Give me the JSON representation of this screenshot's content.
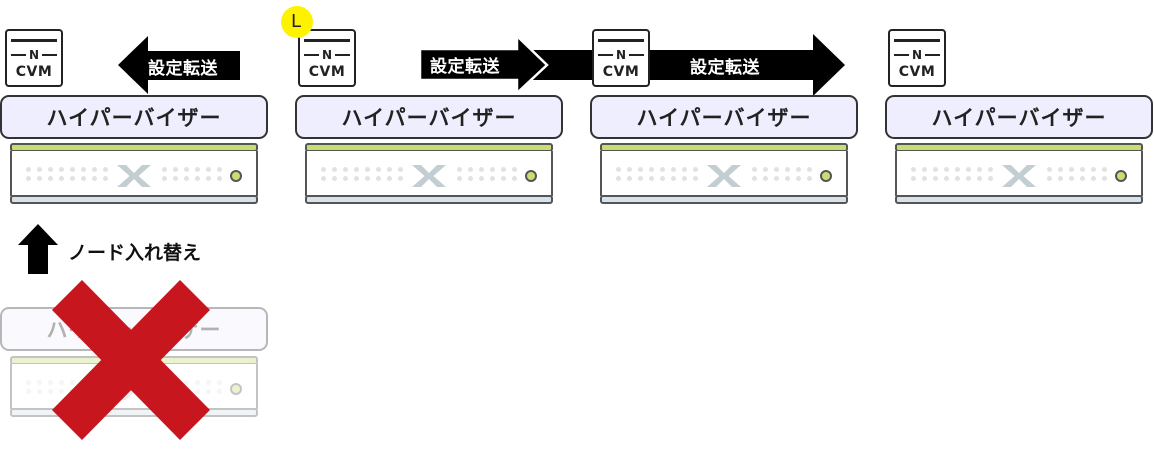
{
  "diagram": {
    "leader_badge": "L",
    "cvm": {
      "n_label": "N",
      "label": "CVM"
    },
    "nodes": [
      {
        "id": "node-1",
        "hypervisor_label": "ハイパーバイザー",
        "has_cvm": true,
        "leader": false,
        "state": "active"
      },
      {
        "id": "node-2",
        "hypervisor_label": "ハイパーバイザー",
        "has_cvm": true,
        "leader": true,
        "state": "active"
      },
      {
        "id": "node-3",
        "hypervisor_label": "ハイパーバイザー",
        "has_cvm": true,
        "leader": false,
        "state": "active"
      },
      {
        "id": "node-4",
        "hypervisor_label": "ハイパーバイザー",
        "has_cvm": true,
        "leader": false,
        "state": "active"
      },
      {
        "id": "old-node",
        "hypervisor_label": "ハイパーバイザー",
        "has_cvm": false,
        "leader": false,
        "state": "removed"
      }
    ],
    "arrows": [
      {
        "label": "設定転送",
        "direction": "left",
        "from": "node-2",
        "to": "node-1"
      },
      {
        "label": "設定転送",
        "direction": "right",
        "from": "node-2",
        "to": "node-3"
      },
      {
        "label": "設定転送",
        "direction": "right",
        "from": "node-3",
        "to": "node-4"
      }
    ],
    "replace": {
      "label": "ノード入れ替え",
      "direction": "up"
    },
    "colors": {
      "hypervisor_fill": "#efeefe",
      "server_top": "#c6de72",
      "leader_badge": "#fff200",
      "remove_mark": "#c8161e",
      "arrow": "#000000"
    }
  }
}
